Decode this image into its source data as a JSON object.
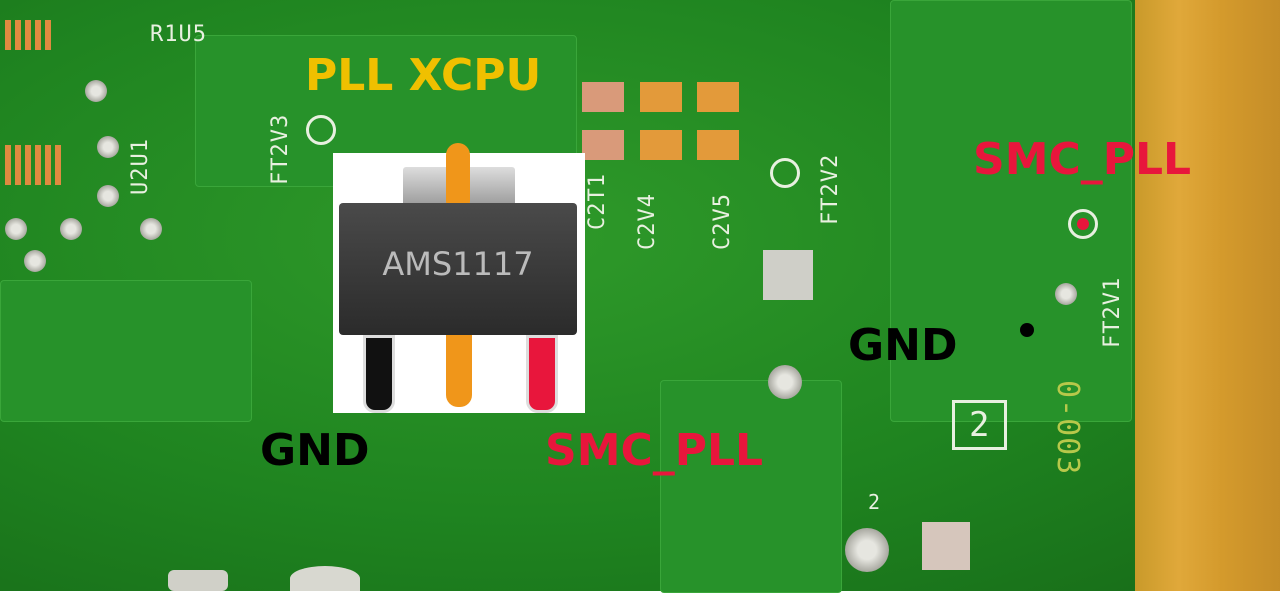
{
  "chip": {
    "part": "AMS1117"
  },
  "labels": {
    "top_pin": "PLL XCPU",
    "left_pin": "GND",
    "right_pin": "SMC_PLL",
    "board_gnd": "GND",
    "board_smc_pll": "SMC_PLL"
  },
  "silkscreen": [
    "R1U5",
    "U2U1",
    "FT2V3",
    "C2T1",
    "C2V4",
    "C2V5",
    "FT2V2",
    "FT2V1",
    "2",
    "2",
    "0-003"
  ],
  "colors": {
    "top_pin": "#f0b400",
    "smc_pll": "#e8163c",
    "gnd": "#000000",
    "lead_orange": "#f0961a"
  }
}
